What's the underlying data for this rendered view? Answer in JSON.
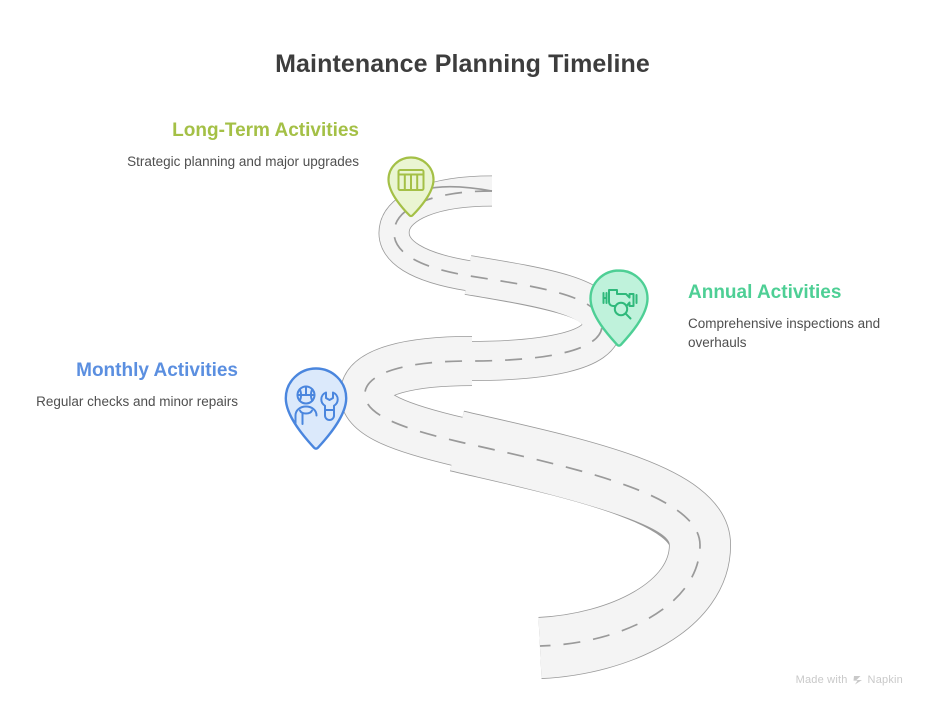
{
  "title": "Maintenance Planning Timeline",
  "colors": {
    "title_text": "#3d3d3d",
    "body_text": "#4f4f4f",
    "long_term": "#a4c046",
    "long_term_fill": "#eaf5d2",
    "annual": "#4ecf95",
    "annual_fill": "#bff2db",
    "monthly": "#5b8fe0",
    "monthly_fill": "#dbe9fb",
    "road_fill": "#f4f4f4",
    "road_stroke": "#9a9a9a",
    "road_dash": "#9a9a9a",
    "watermark": "#c9c9c9",
    "background": "#ffffff"
  },
  "milestones": [
    {
      "id": "long-term",
      "title": "Long-Term Activities",
      "description": "Strategic planning and major upgrades",
      "icon": "building-blocks-icon",
      "color": "#a4c046",
      "fill": "#eaf5d2",
      "align": "right"
    },
    {
      "id": "annual",
      "title": "Annual Activities",
      "description": "Comprehensive inspections and overhauls",
      "icon": "engine-inspection-icon",
      "color": "#4ecf95",
      "fill": "#bff2db",
      "align": "left"
    },
    {
      "id": "monthly",
      "title": "Monthly Activities",
      "description": "Regular checks and minor repairs",
      "icon": "worker-wrench-icon",
      "color": "#5b8fe0",
      "fill": "#dbe9fb",
      "align": "right"
    }
  ],
  "watermark": {
    "prefix": "Made with",
    "brand": "Napkin",
    "mark": "napkin-logo-icon"
  }
}
